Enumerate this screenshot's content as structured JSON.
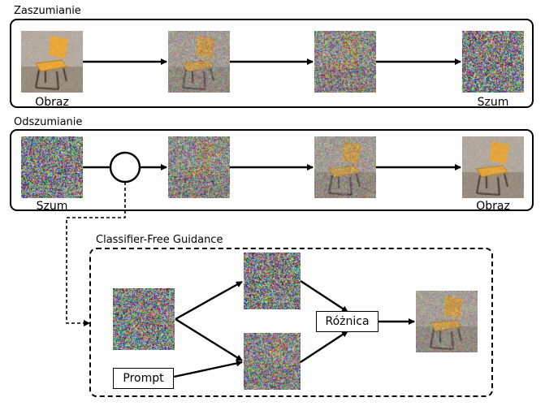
{
  "noising": {
    "title": "Zaszumianie",
    "start_label": "Obraz",
    "end_label": "Szum",
    "stages": [
      0,
      0.35,
      0.75,
      1
    ]
  },
  "denoising": {
    "title": "Odszumianie",
    "start_label": "Szum",
    "end_label": "Obraz",
    "stages": [
      1,
      0.75,
      0.35,
      0.05
    ]
  },
  "guidance": {
    "title": "Classifier-Free Guidance",
    "prompt_label": "Prompt",
    "difference_label": "Różnica",
    "input_stage": 1,
    "unconditional_stage": 1,
    "conditional_stage": 0.85,
    "output_stage": 0.3
  },
  "colors": {
    "chair_seat": "#e8a83a",
    "chair_frame": "#4a4036",
    "floor": "#9a8d80",
    "wall": "#b5aba1"
  }
}
